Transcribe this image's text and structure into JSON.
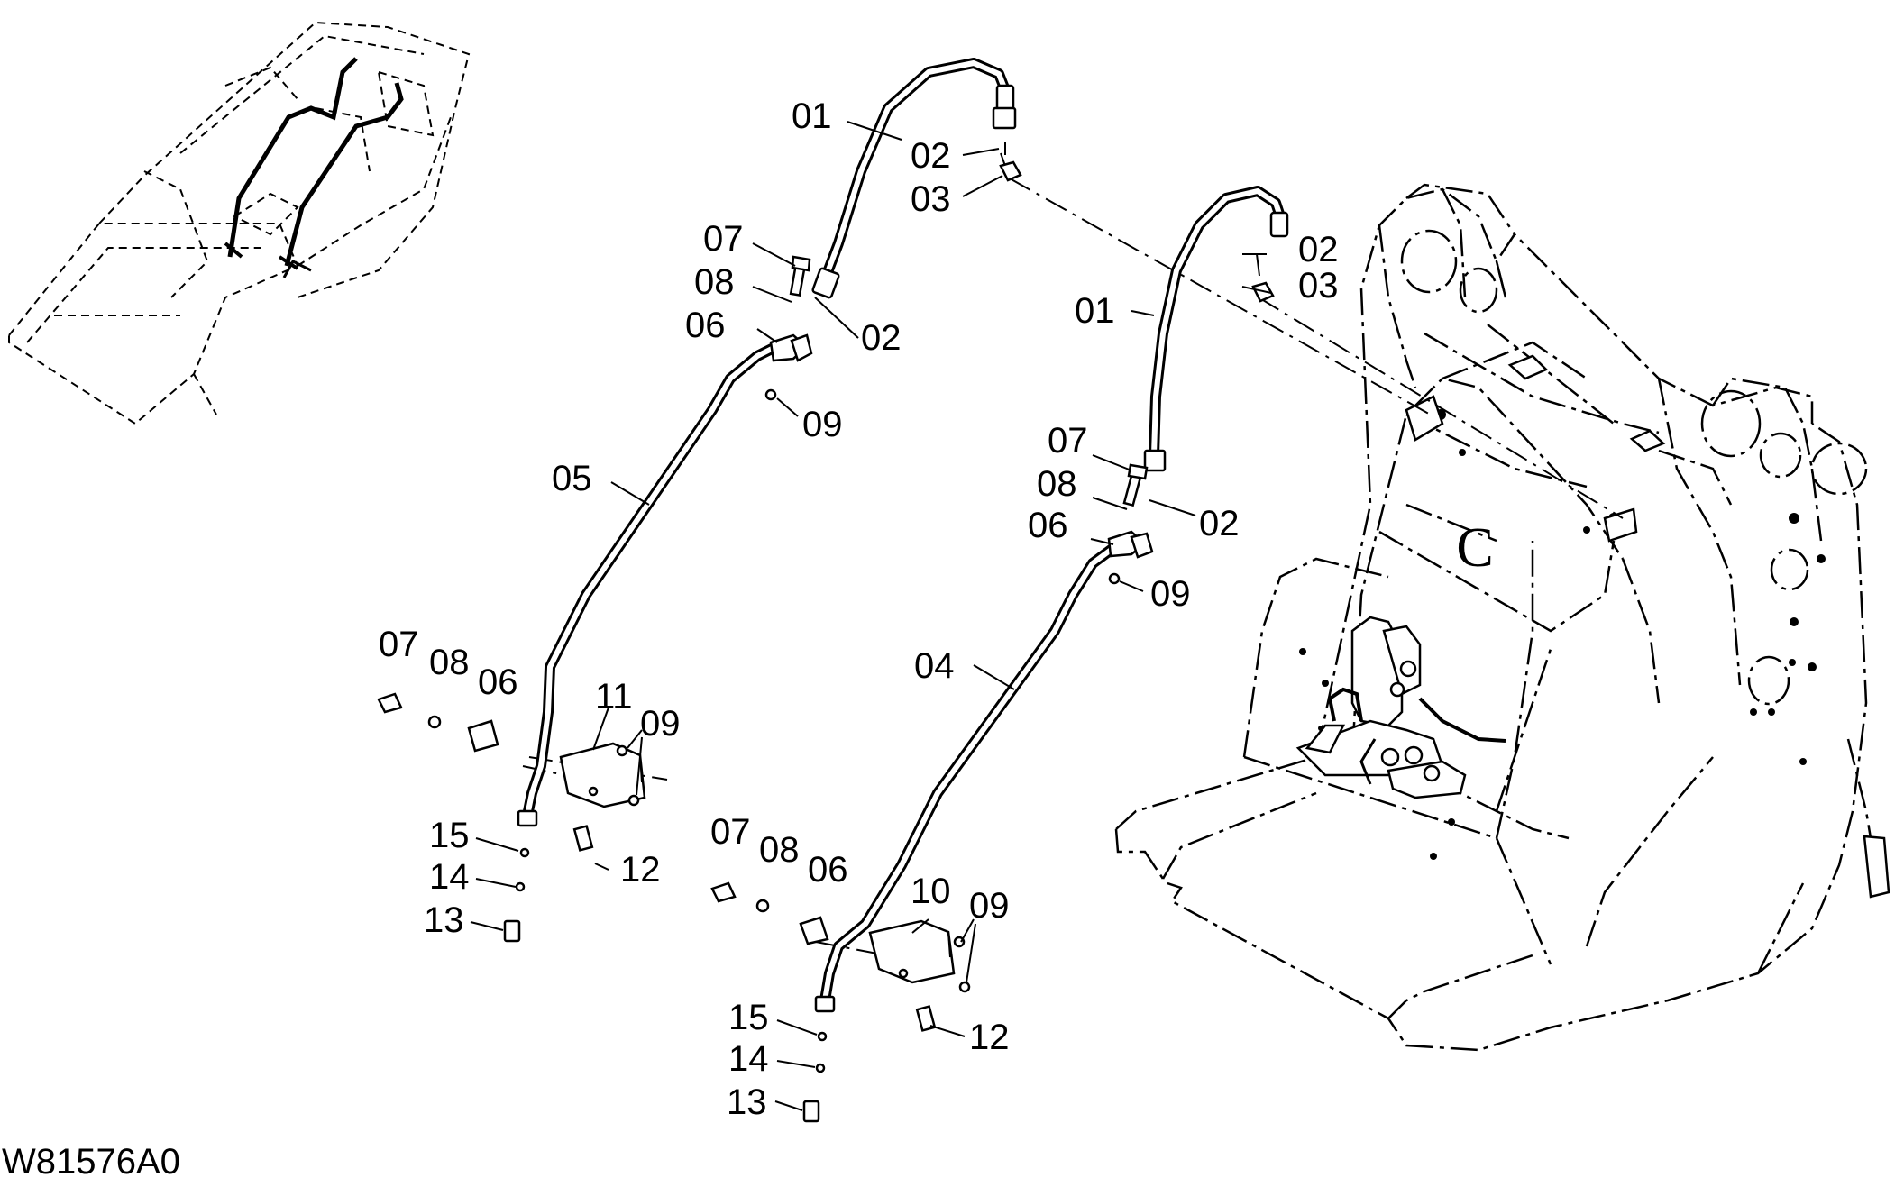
{
  "drawing_id": "W81576A0",
  "callouts": {
    "hose_upper_left": "01",
    "washer_upper_left_top": "02",
    "fitting_upper_left": "03",
    "bolt_left_clamp": "07",
    "washer_left_clamp": "08",
    "clamp_left": "06",
    "washer_left_elbow": "02",
    "nut_left_clamp": "09",
    "pipe_left": "05",
    "hose_right": "01",
    "washer_right_top": "02",
    "fitting_right": "03",
    "bolt_right_clamp": "07",
    "washer_right_clamp": "08",
    "clamp_right": "06",
    "washer_right_elbow": "02",
    "nut_right_clamp": "09",
    "pipe_right": "04",
    "bolt_lower_left": "07",
    "washer_lower_left": "08",
    "clamp_lower_left": "06",
    "bracket_left": "11",
    "nut_bracket_left": "09",
    "bolt_bracket_left": "12",
    "oring_left": "15",
    "washer_end_left": "14",
    "cap_left": "13",
    "bolt_lower_right": "07",
    "washer_lower_right": "08",
    "clamp_lower_right": "06",
    "bracket_right": "10",
    "nut_bracket_right": "09",
    "bolt_bracket_right": "12",
    "oring_right": "15",
    "washer_end_right": "14",
    "cap_right": "13"
  },
  "frame_mark": "C"
}
